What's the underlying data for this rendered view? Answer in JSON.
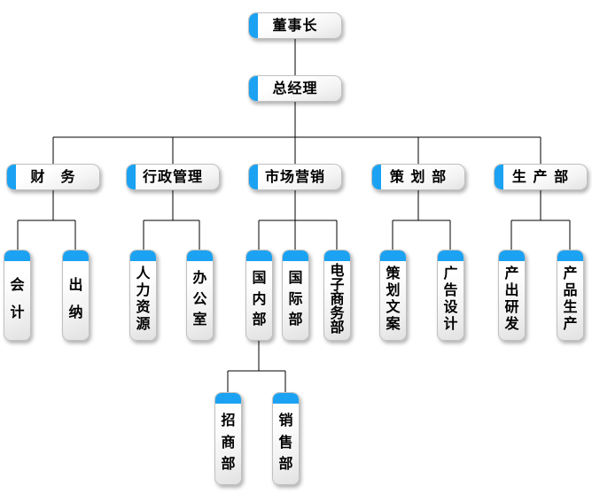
{
  "colors": {
    "accent": "#1BA2F2",
    "line": "#000000",
    "node_border": "#c0c0c0"
  },
  "nodes": {
    "chairman": "董事长",
    "general_manager": "总经理",
    "finance": "财　务",
    "admin": "行政管理",
    "marketing": "市场营销",
    "planning": "策 划 部",
    "production": "生 产 部",
    "accounting": "会计",
    "cashier": "出纳",
    "hr": "人力资源",
    "office": "办公室",
    "domestic": "国内部",
    "international": "国际部",
    "ecommerce": "电子商务部",
    "copywriting": "策划文案",
    "ad_design": "广告设计",
    "output_rd": "产出研发",
    "product_manufacturing": "产品生产",
    "investment": "招商部",
    "sales": "销售部"
  },
  "hierarchy": {
    "董事长": [
      "总经理"
    ],
    "总经理": [
      "财务",
      "行政管理",
      "市场营销",
      "策划部",
      "生产部"
    ],
    "财务": [
      "会计",
      "出纳"
    ],
    "行政管理": [
      "人力资源",
      "办公室"
    ],
    "市场营销": [
      "国内部",
      "国际部",
      "电子商务部"
    ],
    "策划部": [
      "策划文案",
      "广告设计"
    ],
    "生产部": [
      "产出研发",
      "产品生产"
    ],
    "国内部": [
      "招商部",
      "销售部"
    ]
  }
}
